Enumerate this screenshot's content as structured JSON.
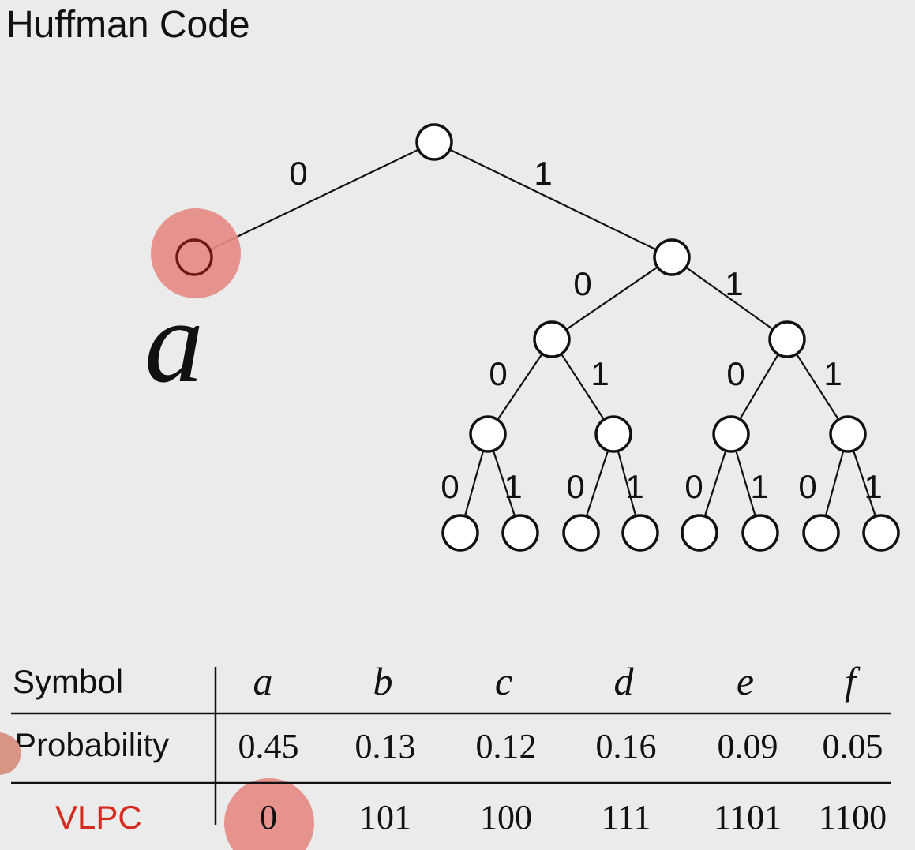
{
  "title": "Huffman Code",
  "tree": {
    "edge_label_left": "0",
    "edge_label_right": "1",
    "highlighted_leaf_symbol": "a"
  },
  "table": {
    "row_headers": [
      "Symbol",
      "Probability",
      "VLPC"
    ],
    "symbols": [
      "a",
      "b",
      "c",
      "d",
      "e",
      "f"
    ],
    "probabilities": [
      "0.45",
      "0.13",
      "0.12",
      "0.16",
      "0.09",
      "0.05"
    ],
    "codes": [
      "0",
      "101",
      "100",
      "111",
      "1101",
      "1100"
    ],
    "highlight_color": "#e58a84",
    "vlpc_color": "#d42a20"
  }
}
